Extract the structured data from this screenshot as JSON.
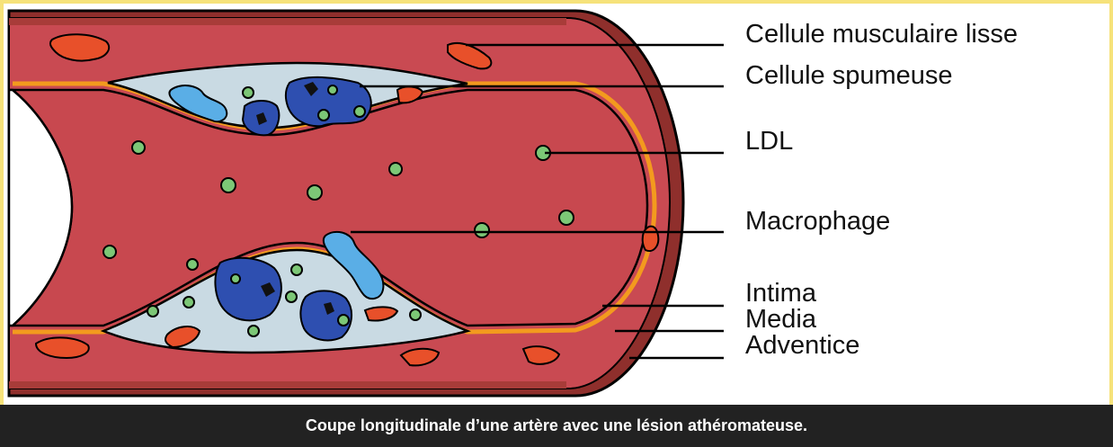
{
  "labels": {
    "smooth_muscle_cell": "Cellule musculaire lisse",
    "foam_cell": "Cellule spumeuse",
    "ldl": "LDL",
    "macrophage": "Macrophage",
    "intima": "Intima",
    "media": "Media",
    "adventice": "Adventice"
  },
  "caption": "Coupe longitudinale d’une artère avec une lésion athéromateuse.",
  "colors": {
    "lumen": "#c8484f",
    "wall": "#c94a52",
    "adventitia": "#b8443c",
    "intima_line": "#f39a1e",
    "plaque": "#c9dae3",
    "foam_cell": "#2e4fb0",
    "macrophage": "#5aaee6",
    "ldl": "#7cc776",
    "smooth_muscle": "#e8502a",
    "caption_bg": "#222222"
  }
}
